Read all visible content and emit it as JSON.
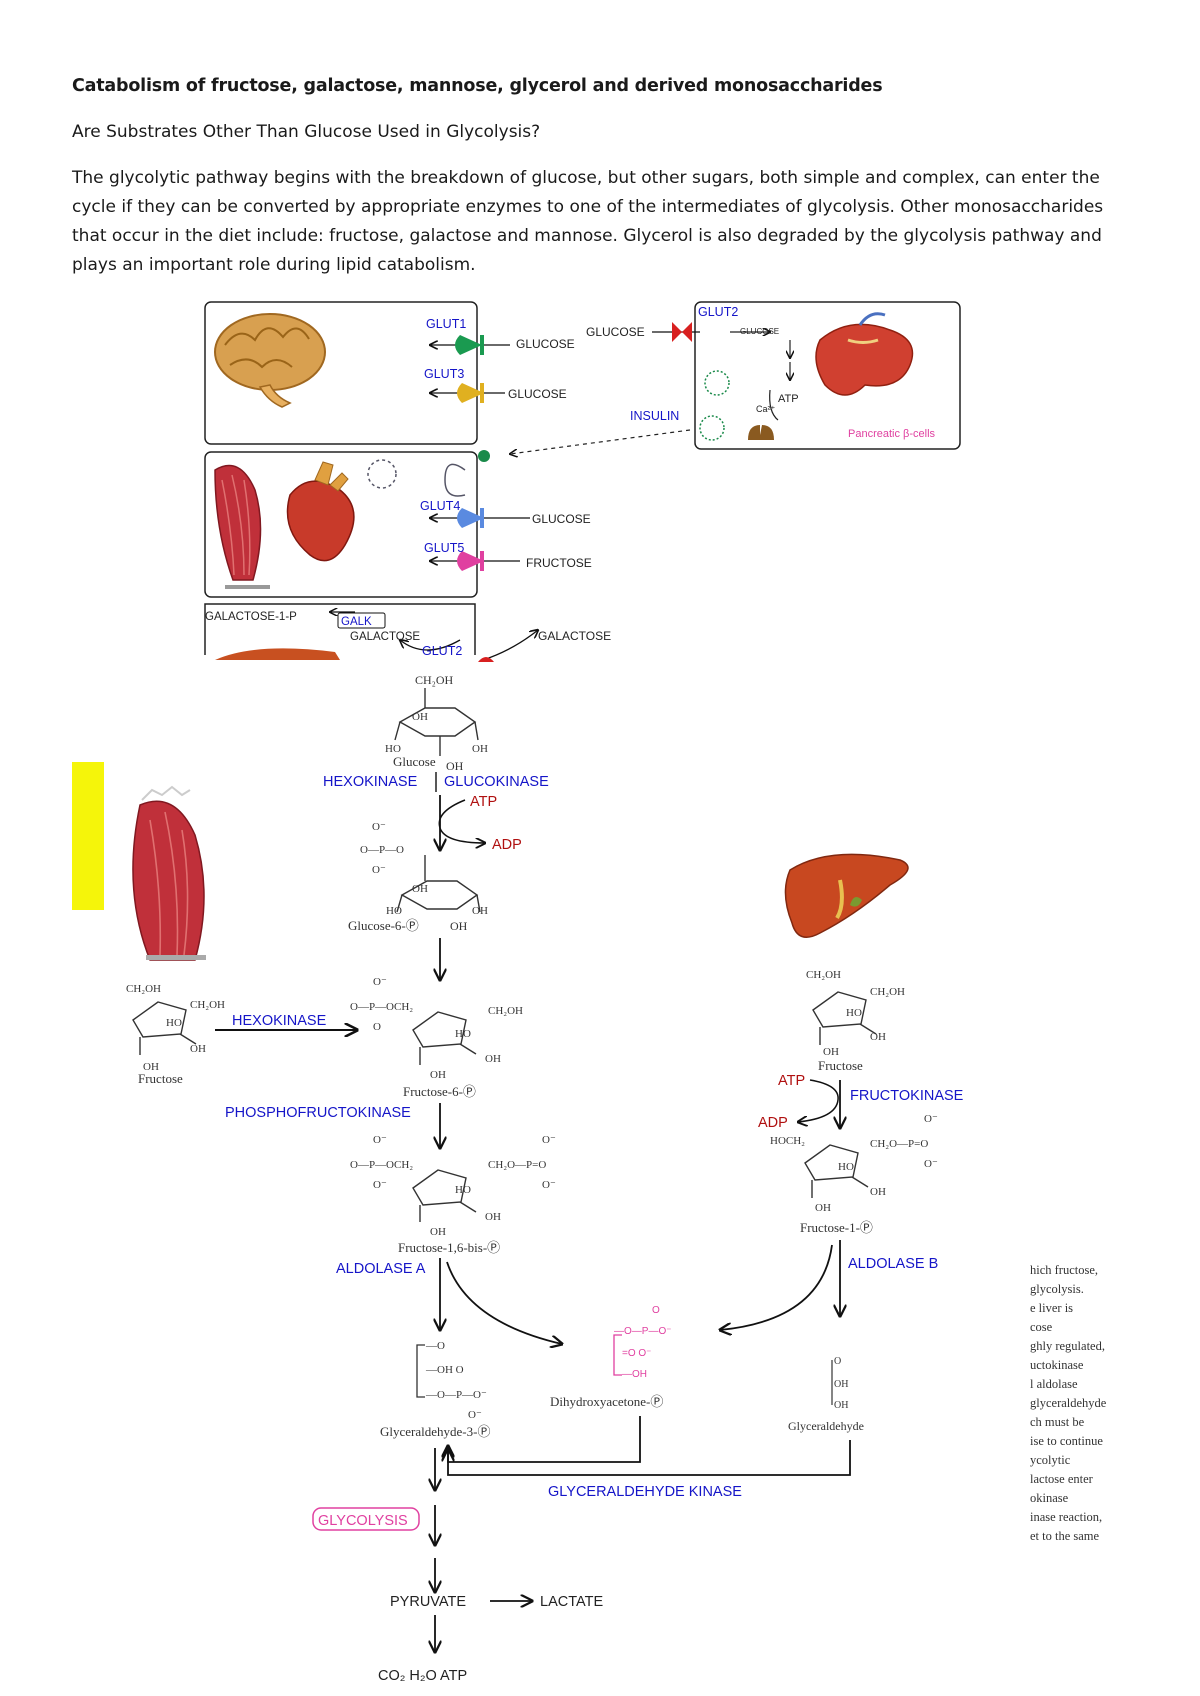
{
  "document": {
    "title": "Catabolism of fructose, galactose, mannose, glycerol and derived monosaccharides",
    "question": "Are Substrates Other Than Glucose Used in Glycolysis?",
    "paragraph": "The glycolytic pathway begins with the breakdown of glucose, but other sugars, both simple and complex, can enter the cycle if they can be converted by appropriate enzymes to one of the intermediates of glycolysis. Other monosaccharides that occur in the diet include: fructose, galactose and mannose. Glycerol is also degraded by the glycolysis pathway and plays an important role during lipid catabolism."
  },
  "transport_figure": {
    "glut1": "GLUT1",
    "glut3": "GLUT3",
    "glut4": "GLUT4",
    "glut5": "GLUT5",
    "glut2_top": "GLUT2",
    "glut2_liver": "GLUT2",
    "glucose_brain_1": "GLUCOSE",
    "glucose_brain_2": "GLUCOSE",
    "glucose_brain_3": "GLUCOSE",
    "glucose_pancreas": "GLUCOSE",
    "glucose_muscle": "GLUCOSE",
    "fructose_muscle": "FRUCTOSE",
    "insulin": "INSULIN",
    "atp": "ATP",
    "ca": "Ca²⁺",
    "pancreatic_cells": "Pancreatic β-cells",
    "galactose_1p": "GALACTOSE-1-P",
    "galk": "GALK",
    "galactose_left": "GALACTOSE",
    "galactose_right": "GALACTOSE"
  },
  "pathway": {
    "glucose": "Glucose",
    "hexokinase_top": "HEXOKINASE",
    "glucokinase": "GLUCOKINASE",
    "atp_top": "ATP",
    "adp_top": "ADP",
    "glucose_6p": "Glucose-6-Ⓟ",
    "fructose_left": "Fructose",
    "hexokinase_left": "HEXOKINASE",
    "fructose_6p": "Fructose-6-Ⓟ",
    "pfk": "PHOSPHOFRUCTOKINASE",
    "fructose_16bp": "Fructose-1,6-bis-Ⓟ",
    "aldolase_a": "ALDOLASE A",
    "fructose_right": "Fructose",
    "atp_right": "ATP",
    "fructokinase": "FRUCTOKINASE",
    "adp_right": "ADP",
    "fructose_1p": "Fructose-1-Ⓟ",
    "aldolase_b": "ALDOLASE B",
    "dhap": "Dihydroxyacetone-Ⓟ",
    "g3p": "Glyceraldehyde-3-Ⓟ",
    "glyceraldehyde": "Glyceraldehyde",
    "glyceraldehyde_kinase": "GLYCERALDEHYDE KINASE",
    "glycolysis": "GLYCOLYSIS",
    "pyruvate": "PYRUVATE",
    "lactate": "LACTATE",
    "products": "CO₂ H₂O ATP"
  },
  "clipped_right_text": [
    "hich fructose,",
    "glycolysis.",
    "e liver is",
    "cose",
    "ghly regulated,",
    "uctokinase",
    "l aldolase",
    "glyceraldehyde",
    "ch must be",
    "ise to continue",
    "ycolytic",
    "lactose enter",
    "okinase",
    "inase reaction,",
    "et to the same"
  ],
  "colors": {
    "enzyme_blue": "#1515c8",
    "cofactor_red": "#b01010",
    "glycolysis_magenta": "#e040a0",
    "organ_red": "#c0392b",
    "sticky_yellow": "#f5f50a"
  }
}
